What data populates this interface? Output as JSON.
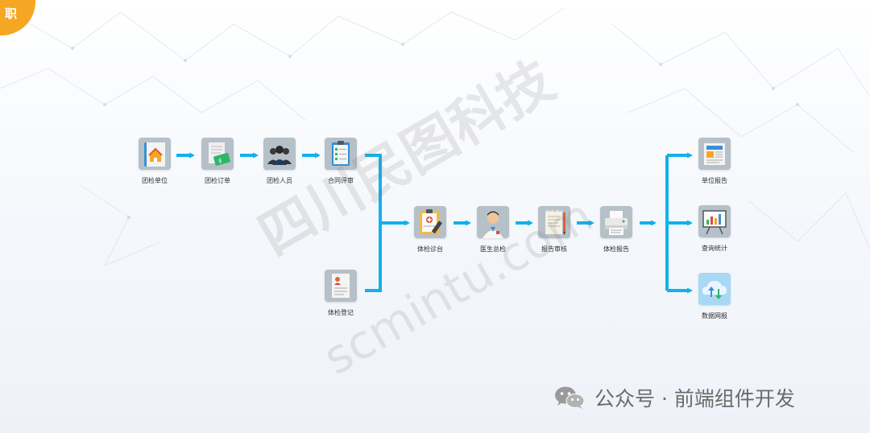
{
  "corner_badge": "职",
  "watermark": {
    "main": "四川民图科技",
    "sub": "scmintu.com"
  },
  "nodes": {
    "unit": "团检单位",
    "order": "团检订单",
    "personnel": "团检人员",
    "contract": "合同评审",
    "register": "体检登记",
    "station": "体检诊台",
    "doctor": "医生总检",
    "audit": "报告审核",
    "report": "体检报告",
    "unit_report": "单位报告",
    "stats": "查询统计",
    "net_report": "数据网报"
  },
  "footer": {
    "text": "公众号 · 前端组件开发"
  },
  "colors": {
    "arrow": "#12b1ec",
    "accent": "#f5a623",
    "tile": "#b6c0c8"
  },
  "icons": [
    "folder-home-icon",
    "money-document-icon",
    "people-group-icon",
    "clipboard-checklist-icon",
    "person-document-icon",
    "medical-clipboard-icon",
    "doctor-icon",
    "notepad-icon",
    "printer-icon",
    "newspaper-icon",
    "presentation-chart-icon",
    "cloud-upload-icon",
    "wechat-icon"
  ]
}
